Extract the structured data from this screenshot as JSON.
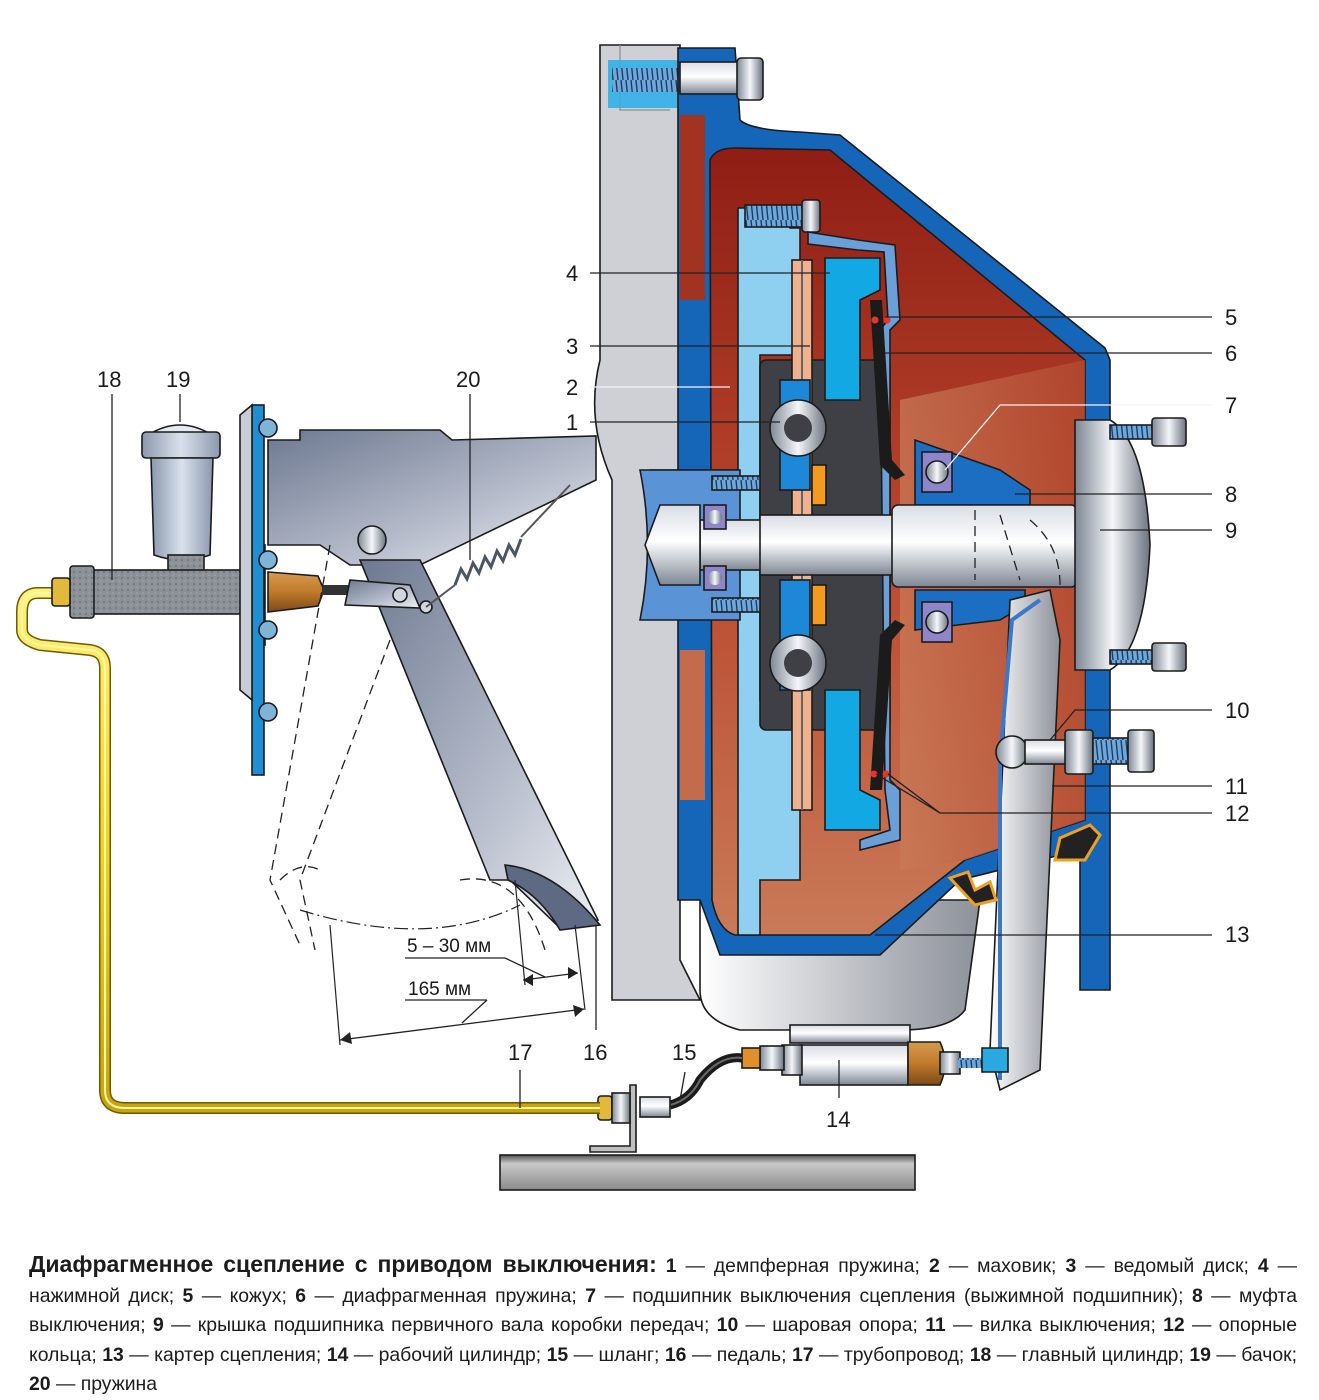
{
  "diagram": {
    "title": "Диафрагменное сцепление с приводом выключения",
    "colors": {
      "housing_blue": "#1565b8",
      "flywheel_light_blue": "#8fd0f0",
      "pressure_plate_cyan": "#12a8e4",
      "cavity_red": "#9c2a1c",
      "cavity_copper": "#c46a47",
      "pipe_yellow": "#f3d21a",
      "boot_orange": "#c07a2a",
      "seal_orange": "#f0a020",
      "metal_grey": "#a8adb8",
      "bearing_purple": "#8e86c8"
    },
    "callouts": [
      {
        "num": "1",
        "name": "демпферная пружина"
      },
      {
        "num": "2",
        "name": "маховик"
      },
      {
        "num": "3",
        "name": "ведомый диск"
      },
      {
        "num": "4",
        "name": "нажимной диск"
      },
      {
        "num": "5",
        "name": "кожух"
      },
      {
        "num": "6",
        "name": "диафрагменная пружина"
      },
      {
        "num": "7",
        "name": "подшипник выключения сцепления (выжимной подшипник)"
      },
      {
        "num": "8",
        "name": "муфта выключения"
      },
      {
        "num": "9",
        "name": "крышка подшипника первичного вала коробки передач"
      },
      {
        "num": "10",
        "name": "шаровая опора"
      },
      {
        "num": "11",
        "name": "вилка выключения"
      },
      {
        "num": "12",
        "name": "опорные кольца"
      },
      {
        "num": "13",
        "name": "картер сцепления"
      },
      {
        "num": "14",
        "name": "рабочий цилиндр"
      },
      {
        "num": "15",
        "name": "шланг"
      },
      {
        "num": "16",
        "name": "педаль"
      },
      {
        "num": "17",
        "name": "трубопровод"
      },
      {
        "num": "18",
        "name": "главный цилиндр"
      },
      {
        "num": "19",
        "name": "бачок"
      },
      {
        "num": "20",
        "name": "пружина"
      }
    ],
    "dimensions": {
      "free_play": "5 – 30 мм",
      "full_travel": "165 мм"
    }
  },
  "caption": {
    "title": "Диафрагменное сцепление с приводом выключения:",
    "sep": " — ",
    "items": [
      {
        "num": "1",
        "text": "демпферная пружина;"
      },
      {
        "num": "2",
        "text": "маховик;"
      },
      {
        "num": "3",
        "text": "ведомый диск;"
      },
      {
        "num": "4",
        "text": "нажимной диск;"
      },
      {
        "num": "5",
        "text": "кожух;"
      },
      {
        "num": "6",
        "text": "диафрагменная пружина;"
      },
      {
        "num": "7",
        "text": "подшипник выключения сцепления (выжимной подшипник);"
      },
      {
        "num": "8",
        "text": "муфта выключения;"
      },
      {
        "num": "9",
        "text": "крышка подшипника первичного вала коробки передач;"
      },
      {
        "num": "10",
        "text": "шаровая опора;"
      },
      {
        "num": "11",
        "text": "вилка выключения;"
      },
      {
        "num": "12",
        "text": "опорные кольца;"
      },
      {
        "num": "13",
        "text": "картер сцепления;"
      },
      {
        "num": "14",
        "text": "рабочий цилиндр;"
      },
      {
        "num": "15",
        "text": "шланг;"
      },
      {
        "num": "16",
        "text": "педаль;"
      },
      {
        "num": "17",
        "text": "трубопровод;"
      },
      {
        "num": "18",
        "text": "главный цилиндр;"
      },
      {
        "num": "19",
        "text": "бачок;"
      },
      {
        "num": "20",
        "text": "пружина"
      }
    ]
  }
}
